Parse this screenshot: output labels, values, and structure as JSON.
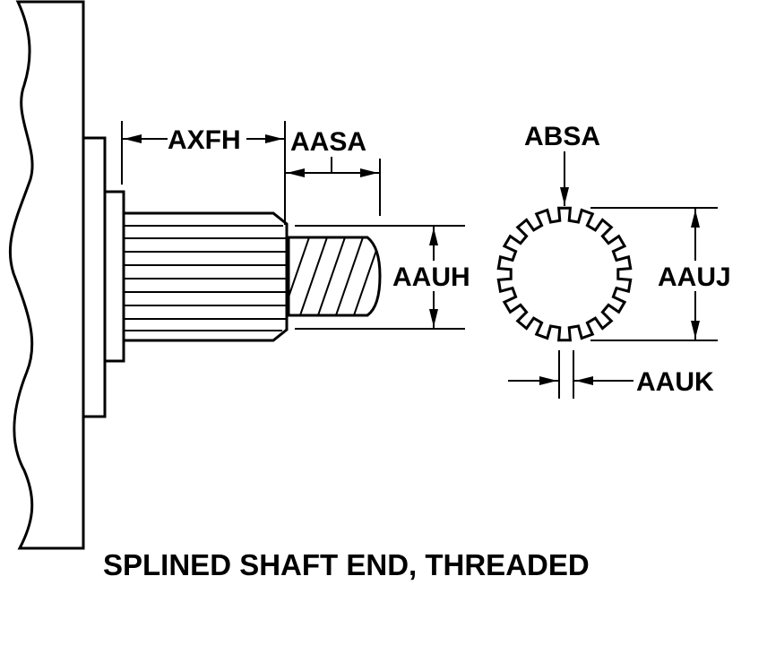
{
  "labels": {
    "axfh": "AXFH",
    "aasa": "AASA",
    "absa": "ABSA",
    "aauh": "AAUH",
    "aauj": "AAUJ",
    "aauk": "AAUK"
  },
  "caption": "SPLINED SHAFT END, THREADED",
  "colors": {
    "line": "#000000",
    "background": "#ffffff"
  }
}
